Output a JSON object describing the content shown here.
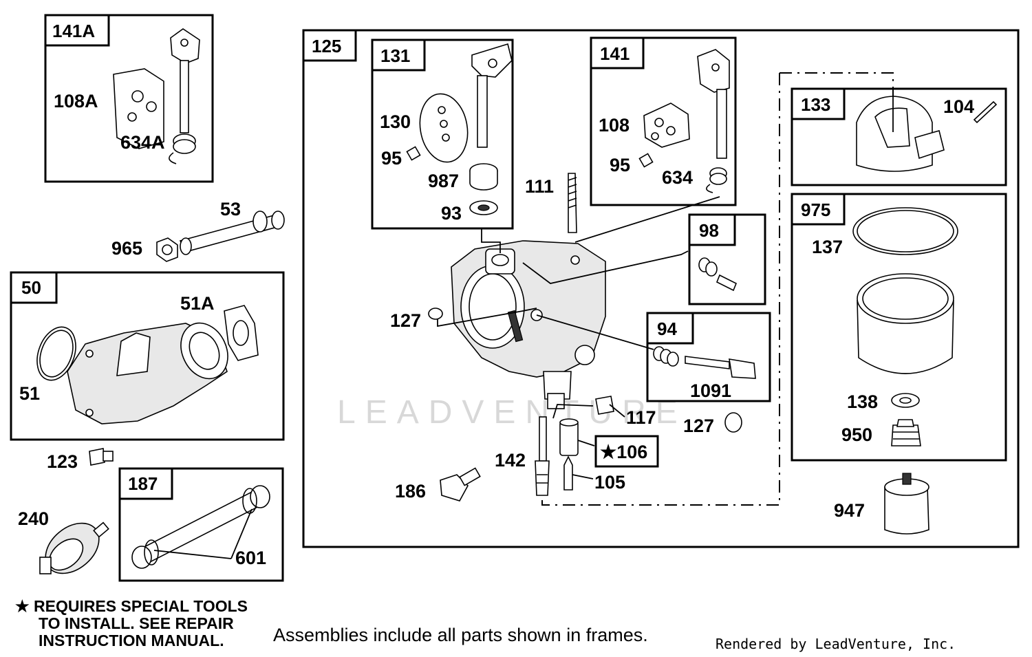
{
  "watermark": "LEADVENTURE",
  "frames": {
    "f141A": "141A",
    "f125": "125",
    "f131": "131",
    "f141": "141",
    "f133": "133",
    "f975": "975",
    "f98": "98",
    "f94": "94",
    "f50": "50",
    "f187": "187"
  },
  "parts": {
    "p108A": "108A",
    "p634A": "634A",
    "p53": "53",
    "p965": "965",
    "p51A": "51A",
    "p51": "51",
    "p123": "123",
    "p240": "240",
    "p601": "601",
    "p130": "130",
    "p95a": "95",
    "p987": "987",
    "p93": "93",
    "p108": "108",
    "p95b": "95",
    "p634": "634",
    "p111": "111",
    "p104": "104",
    "p137": "137",
    "p138": "138",
    "p950": "950",
    "p947": "947",
    "p127a": "127",
    "p127b": "127",
    "p1091": "1091",
    "p117": "117",
    "p106": "★106",
    "p142": "142",
    "p105": "105",
    "p186": "186"
  },
  "notes": {
    "special_line1": "★ REQUIRES SPECIAL TOOLS",
    "special_line2": "TO INSTALL.  SEE REPAIR",
    "special_line3": "INSTRUCTION MANUAL.",
    "assemblies": "Assemblies include all parts shown in frames.",
    "rendered_by": "Rendered by LeadVenture, Inc."
  }
}
